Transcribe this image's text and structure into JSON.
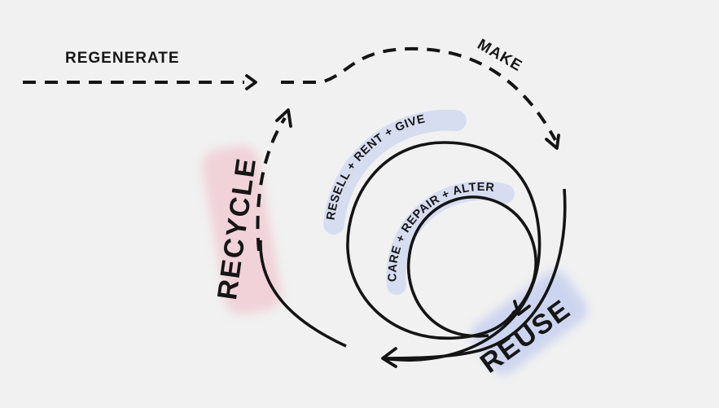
{
  "diagram": {
    "labels": {
      "regenerate": "REGENERATE",
      "make": "MAKE",
      "resell": "RESELL + RENT + GIVE",
      "care": "CARE + REPAIR + ALTER",
      "recycle": "RECYCLE",
      "reuse": "REUSE"
    },
    "colors": {
      "background": "#f1f1f1",
      "line": "#141414",
      "recycle_highlight": "#f0cdd4",
      "reuse_highlight": "#c9d2ef",
      "arc_label_highlight": "#d2d9f1"
    }
  }
}
